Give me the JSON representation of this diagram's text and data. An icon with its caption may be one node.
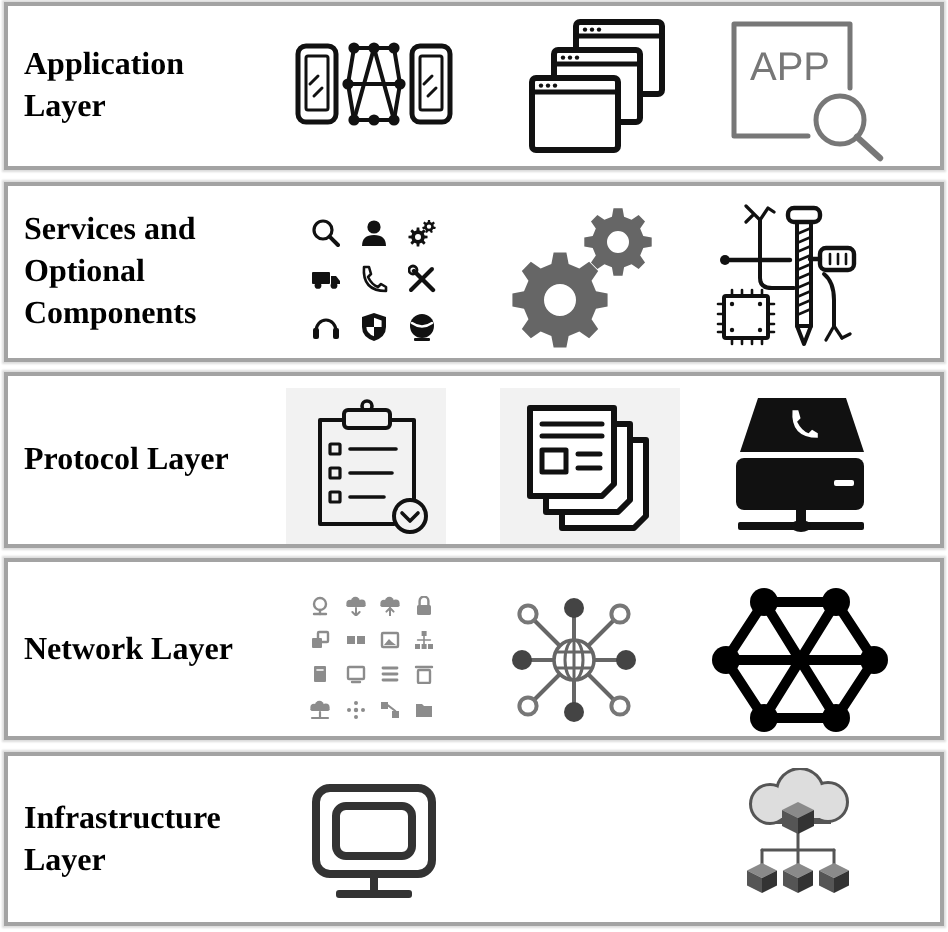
{
  "diagram": {
    "nodes": [
      {
        "text": [
          "Application Layer"
        ]
      },
      {
        "text": [
          "Services and Optional Components"
        ]
      },
      {
        "text": [
          "Protocol Layer"
        ]
      },
      {
        "text": [
          "Network Layer"
        ]
      },
      {
        "text": [
          "Infrastructure Layer"
        ]
      }
    ],
    "labels": [
      "APP"
    ]
  }
}
